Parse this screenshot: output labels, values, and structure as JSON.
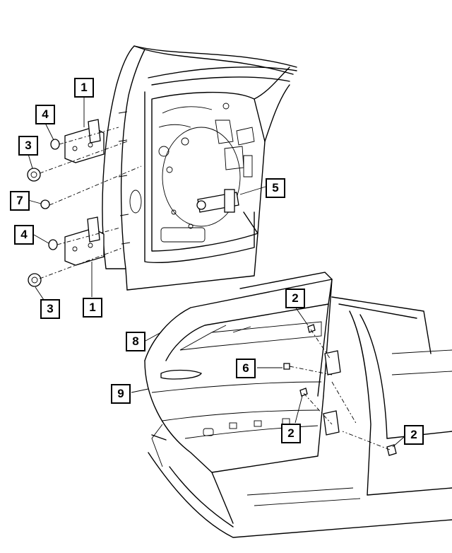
{
  "diagram": {
    "callouts": [
      {
        "id": "c1-top",
        "label": "1"
      },
      {
        "id": "c4-top",
        "label": "4"
      },
      {
        "id": "c3-top",
        "label": "3"
      },
      {
        "id": "c7",
        "label": "7"
      },
      {
        "id": "c5",
        "label": "5"
      },
      {
        "id": "c4-bottom",
        "label": "4"
      },
      {
        "id": "c3-bottom",
        "label": "3"
      },
      {
        "id": "c1-bottom",
        "label": "1"
      },
      {
        "id": "c2-top",
        "label": "2"
      },
      {
        "id": "c8",
        "label": "8"
      },
      {
        "id": "c6",
        "label": "6"
      },
      {
        "id": "c9",
        "label": "9"
      },
      {
        "id": "c2-middle",
        "label": "2"
      },
      {
        "id": "c2-right",
        "label": "2"
      }
    ]
  }
}
